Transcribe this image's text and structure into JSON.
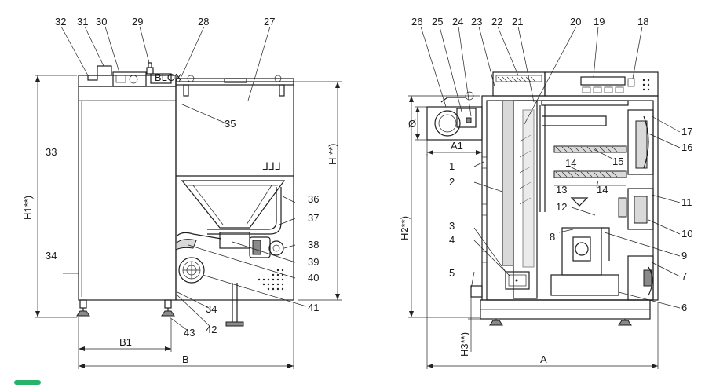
{
  "callouts_left": [
    {
      "id": "c32",
      "text": "32"
    },
    {
      "id": "c31",
      "text": "31"
    },
    {
      "id": "c30",
      "text": "30"
    },
    {
      "id": "c29",
      "text": "29"
    },
    {
      "id": "c28",
      "text": "28"
    },
    {
      "id": "c27",
      "text": "27"
    },
    {
      "id": "c35",
      "text": "35"
    },
    {
      "id": "c33",
      "text": "33"
    },
    {
      "id": "c36",
      "text": "36"
    },
    {
      "id": "c37",
      "text": "37"
    },
    {
      "id": "c38",
      "text": "38"
    },
    {
      "id": "c39",
      "text": "39"
    },
    {
      "id": "c40",
      "text": "40"
    },
    {
      "id": "c41",
      "text": "41"
    },
    {
      "id": "c34a",
      "text": "34"
    },
    {
      "id": "c34b",
      "text": "34"
    },
    {
      "id": "c42",
      "text": "42"
    },
    {
      "id": "c43",
      "text": "43"
    }
  ],
  "callouts_right": [
    {
      "id": "c26",
      "text": "26"
    },
    {
      "id": "c25",
      "text": "25"
    },
    {
      "id": "c24",
      "text": "24"
    },
    {
      "id": "c23",
      "text": "23"
    },
    {
      "id": "c22",
      "text": "22"
    },
    {
      "id": "c21",
      "text": "21"
    },
    {
      "id": "c20",
      "text": "20"
    },
    {
      "id": "c19",
      "text": "19"
    },
    {
      "id": "c18",
      "text": "18"
    },
    {
      "id": "c17",
      "text": "17"
    },
    {
      "id": "c16",
      "text": "16"
    },
    {
      "id": "c15",
      "text": "15"
    },
    {
      "id": "c14a",
      "text": "14"
    },
    {
      "id": "c14b",
      "text": "14"
    },
    {
      "id": "c13",
      "text": "13"
    },
    {
      "id": "c12",
      "text": "12"
    },
    {
      "id": "c11",
      "text": "11"
    },
    {
      "id": "c10",
      "text": "10"
    },
    {
      "id": "c9",
      "text": "9"
    },
    {
      "id": "c8",
      "text": "8"
    },
    {
      "id": "c7",
      "text": "7"
    },
    {
      "id": "c6",
      "text": "6"
    },
    {
      "id": "c5",
      "text": "5"
    },
    {
      "id": "c4",
      "text": "4"
    },
    {
      "id": "c3",
      "text": "3"
    },
    {
      "id": "c2",
      "text": "2"
    },
    {
      "id": "c1",
      "text": "1"
    }
  ],
  "dimensions": {
    "h1": "H1**)",
    "h": "H **)",
    "b1": "B1",
    "b": "B",
    "h2": "H2**)",
    "h3": "H3**)",
    "a1": "A1",
    "a": "A",
    "dia": "Ø"
  },
  "panel_label": "BLOX",
  "hopper_mark": "ᒧᒧᒧ",
  "accent_color": "#27b36a"
}
